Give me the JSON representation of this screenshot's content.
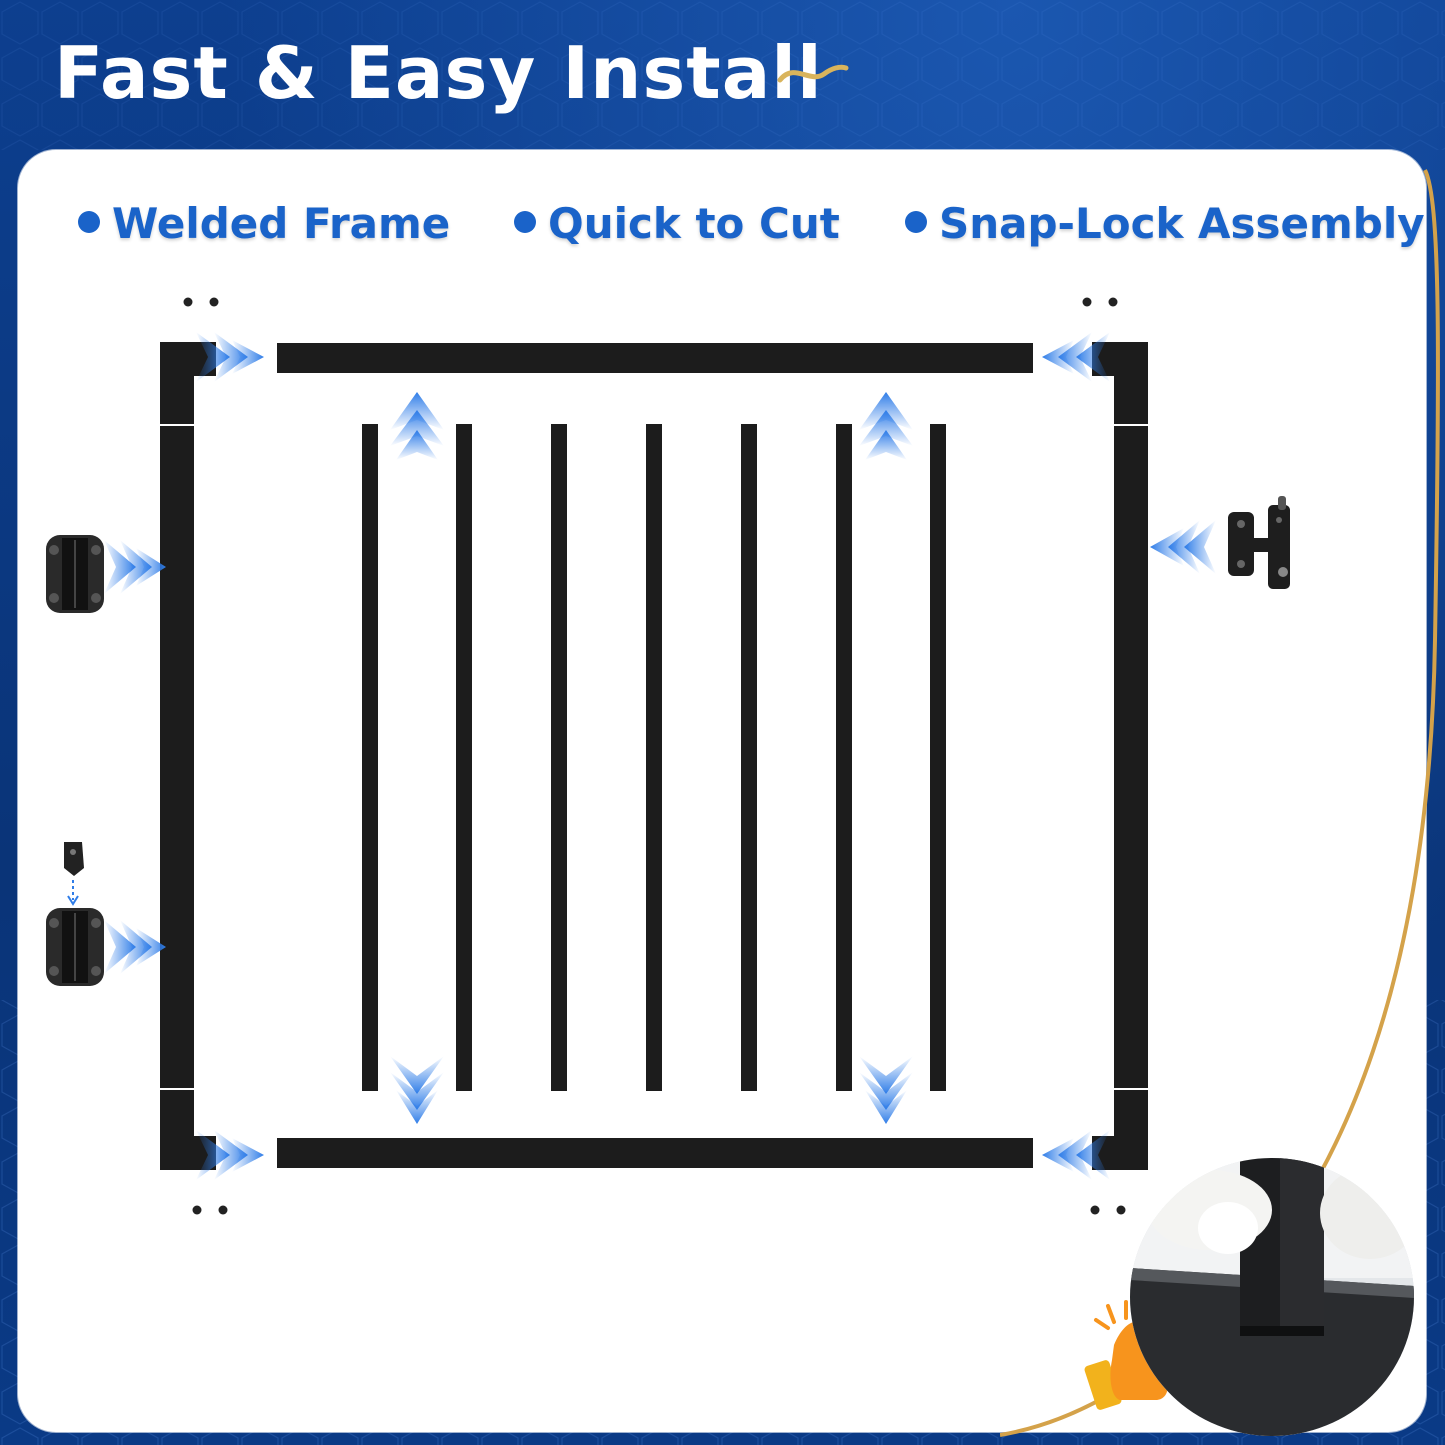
{
  "header": {
    "title": "Fast & Easy Install"
  },
  "features": [
    {
      "label": "Welded Frame"
    },
    {
      "label": "Quick to Cut"
    },
    {
      "label": "Snap-Lock Assembly"
    }
  ],
  "colors": {
    "background": "#0b3a86",
    "accent_blue": "#1a63c9",
    "arrow_blue": "#2f7de8",
    "frame_black": "#1c1c1c",
    "gold": "#d4a24a",
    "panel": "#ffffff"
  },
  "icons": [
    "swoosh-icon",
    "hinge-icon",
    "latch-icon",
    "arrow-icon",
    "thumbs-up-icon",
    "glove-hand-icon"
  ]
}
